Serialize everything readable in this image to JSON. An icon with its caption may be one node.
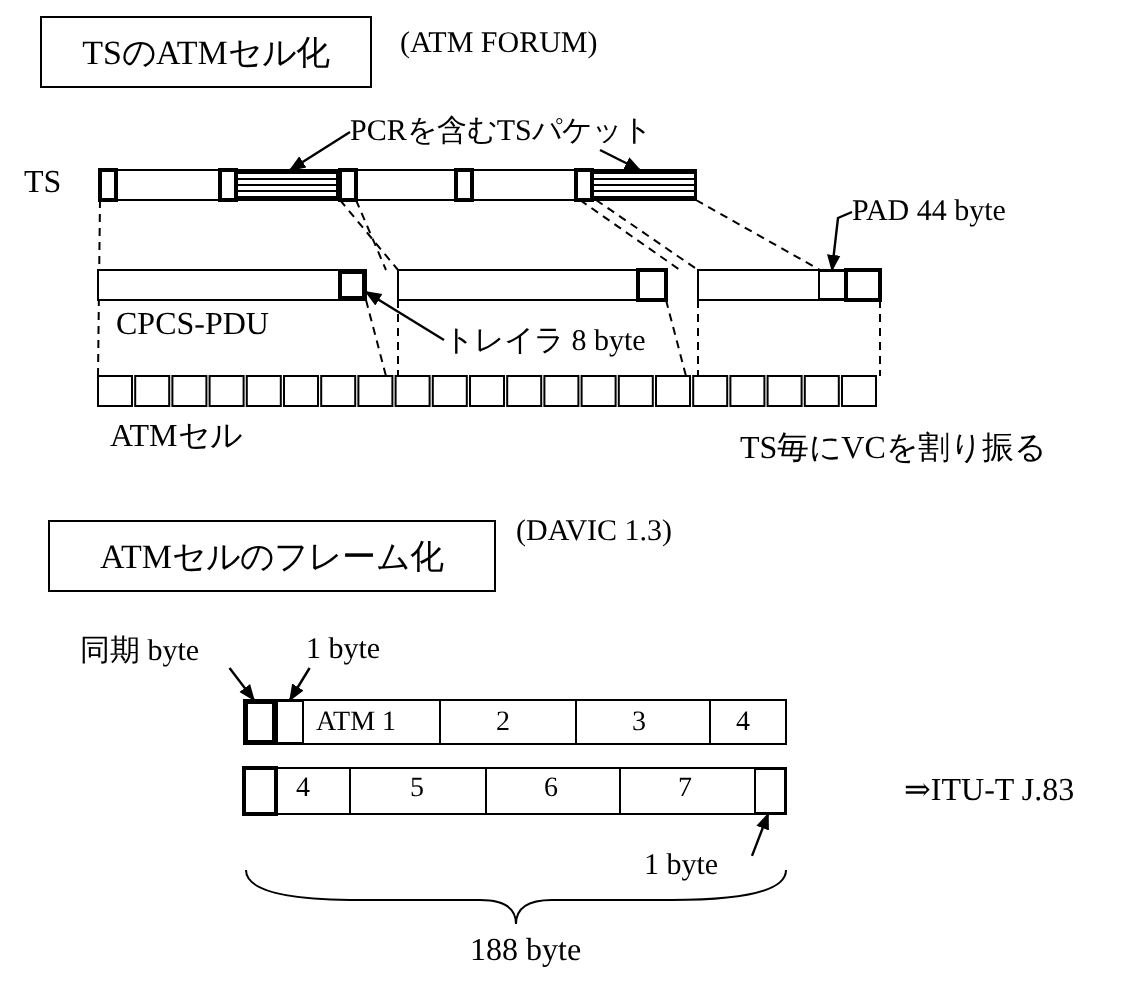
{
  "diagram": {
    "nodes": [
      {
        "text": [
          "TSのATMセル化"
        ],
        "beside": [
          "(ATM FORUM)"
        ]
      },
      {
        "text": [
          "PCRを含むTSパケット"
        ]
      },
      {
        "text": [],
        "shape": "bar"
      },
      {
        "text": [],
        "shape": "bar"
      },
      {
        "text": [
          "PAD 44 byte"
        ]
      },
      {
        "text": [],
        "shape": "box"
      },
      {
        "text": [
          "トレイラ 8 byte"
        ]
      },
      {
        "text": [],
        "shape": "box"
      },
      {
        "text": [
          "ATMセルのフレーム化"
        ],
        "beside": [
          "(DAVIC 1.3)"
        ]
      },
      {
        "text": [
          "同期 byte"
        ]
      },
      {
        "text": [],
        "shape": "box"
      },
      {
        "text": [
          "1 byte"
        ]
      },
      {
        "text": [],
        "shape": "box"
      },
      {
        "text": [
          "1 byte"
        ]
      },
      {
        "text": [],
        "shape": "box"
      }
    ],
    "edges": [
      {
        "from": 1,
        "to": 2,
        "arrow": "to"
      },
      {
        "from": 1,
        "to": 3,
        "arrow": "to"
      },
      {
        "from": 4,
        "to": 5,
        "arrow": "to"
      },
      {
        "from": 6,
        "to": 7,
        "arrow": "to"
      },
      {
        "from": 9,
        "to": 10,
        "arrow": "to"
      },
      {
        "from": 11,
        "to": 12,
        "arrow": "to"
      },
      {
        "from": 13,
        "to": 14,
        "arrow": "to"
      }
    ],
    "labels": [
      "TS",
      "CPCS-PDU",
      "ATMセル",
      "TS毎にVCを割り振る",
      "ATM 1",
      "2",
      "3",
      "4",
      "4",
      "5",
      "6",
      "7",
      "⇒ITU-T J.83",
      "188 byte"
    ]
  }
}
